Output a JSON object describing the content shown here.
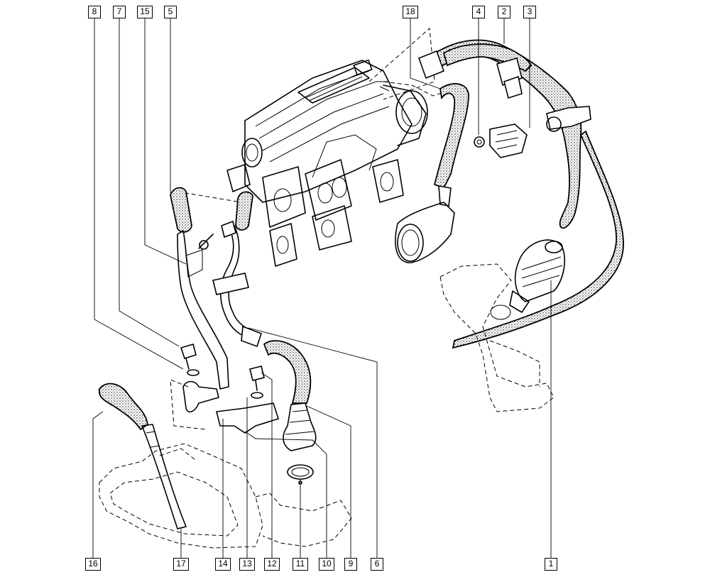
{
  "callouts": [
    {
      "id": "c8",
      "label": "8"
    },
    {
      "id": "c7",
      "label": "7"
    },
    {
      "id": "c15",
      "label": "15"
    },
    {
      "id": "c5",
      "label": "5"
    },
    {
      "id": "c18",
      "label": "18"
    },
    {
      "id": "c4",
      "label": "4"
    },
    {
      "id": "c2",
      "label": "2"
    },
    {
      "id": "c3",
      "label": "3"
    },
    {
      "id": "c16",
      "label": "16"
    },
    {
      "id": "c17",
      "label": "17"
    },
    {
      "id": "c14",
      "label": "14"
    },
    {
      "id": "c13",
      "label": "13"
    },
    {
      "id": "c12",
      "label": "12"
    },
    {
      "id": "c11",
      "label": "11"
    },
    {
      "id": "c10",
      "label": "10"
    },
    {
      "id": "c9",
      "label": "9"
    },
    {
      "id": "c6",
      "label": "6"
    },
    {
      "id": "c1",
      "label": "1"
    }
  ],
  "colors": {
    "ink": "#000000",
    "paper": "#ffffff"
  }
}
